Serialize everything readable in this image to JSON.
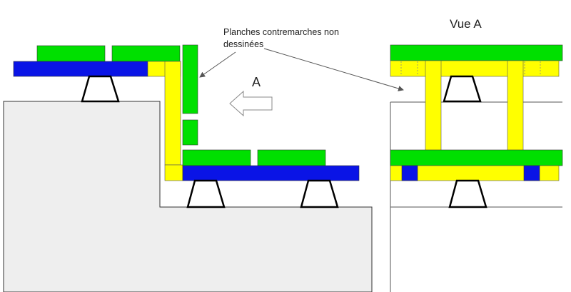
{
  "labels": {
    "note_line1": "Planches contremarches non",
    "note_line2": "dessinées",
    "arrow_label": "A",
    "view_title": "Vue A"
  },
  "colors": {
    "green": "#00e000",
    "blue": "#0a14e6",
    "yellow": "#ffff00",
    "gray": "#eeeeee",
    "outline": "#000000",
    "line": "#555555",
    "label": "#222222",
    "view_title": "#666666"
  },
  "parts": {
    "board": "green",
    "beam": "blue",
    "post": "yellow",
    "support": "trapezoid",
    "ground": "gray"
  }
}
